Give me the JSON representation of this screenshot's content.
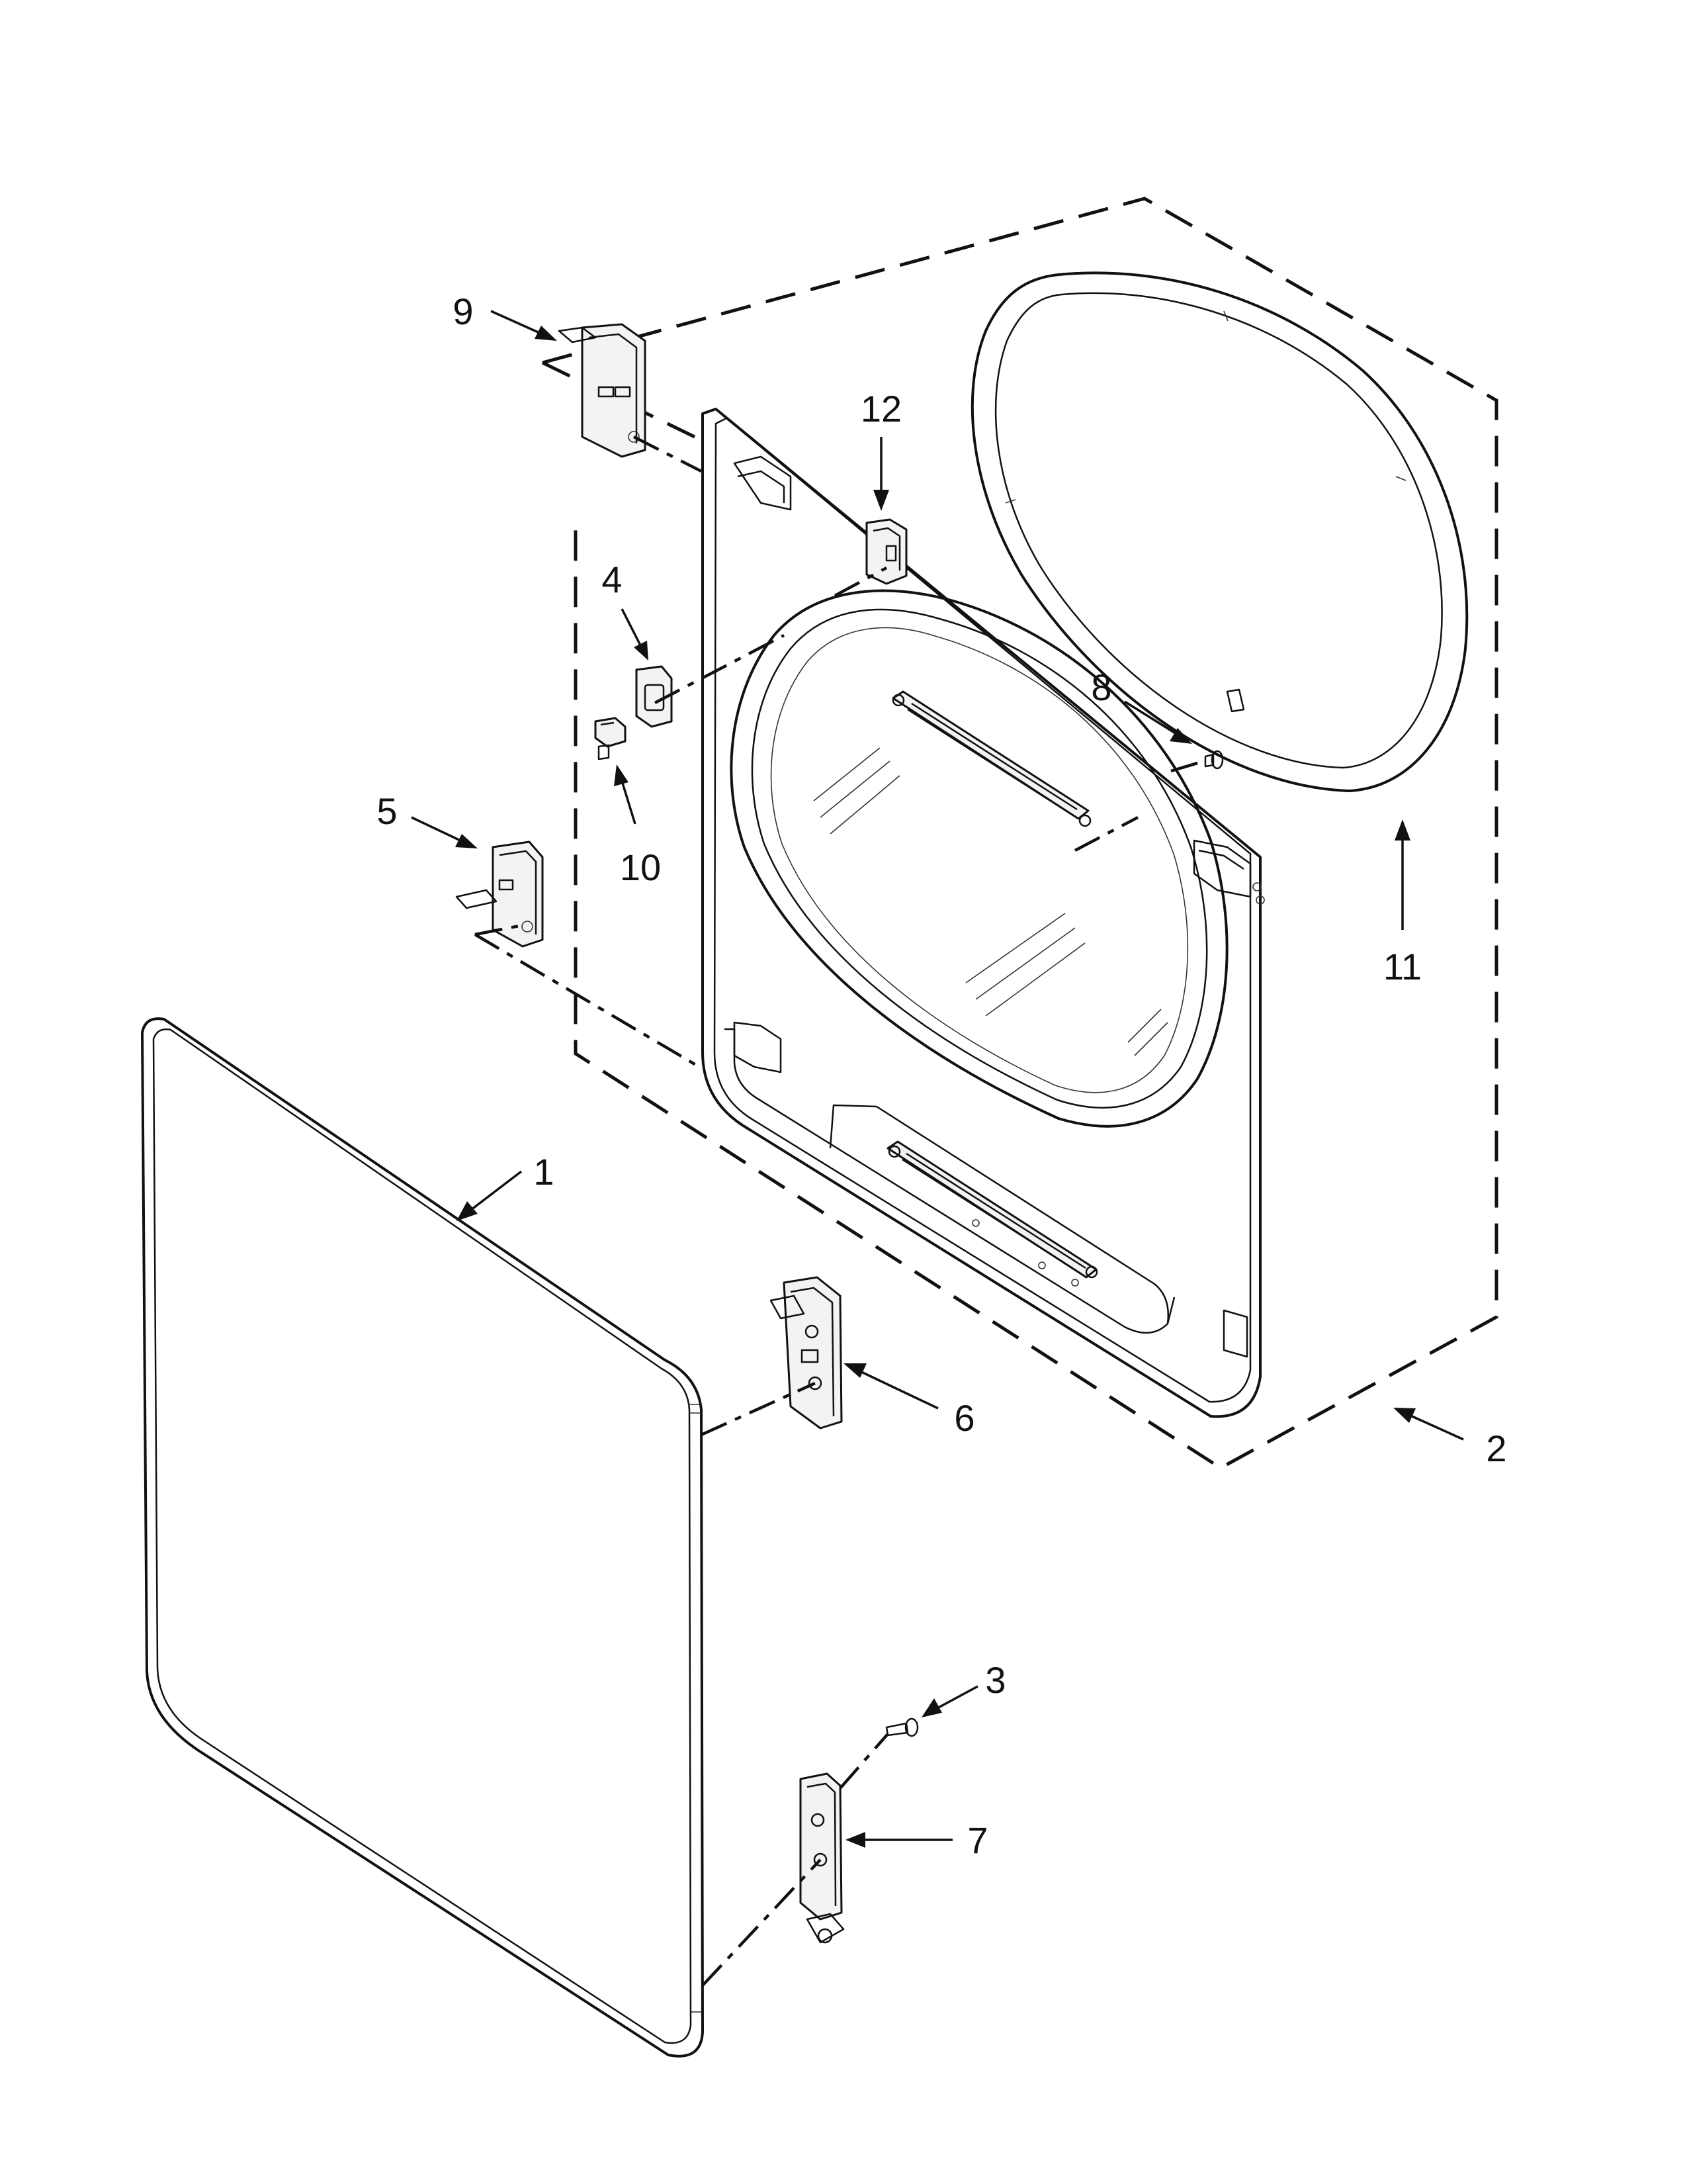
{
  "callouts": [
    {
      "id": "1",
      "label": "1"
    },
    {
      "id": "2",
      "label": "2"
    },
    {
      "id": "3",
      "label": "3"
    },
    {
      "id": "4",
      "label": "4"
    },
    {
      "id": "5",
      "label": "5"
    },
    {
      "id": "6",
      "label": "6"
    },
    {
      "id": "7",
      "label": "7"
    },
    {
      "id": "8",
      "label": "8"
    },
    {
      "id": "9",
      "label": "9"
    },
    {
      "id": "10",
      "label": "10"
    },
    {
      "id": "11",
      "label": "11"
    },
    {
      "id": "12",
      "label": "12"
    }
  ],
  "style": {
    "line_color": "#111111",
    "background": "#ffffff"
  }
}
